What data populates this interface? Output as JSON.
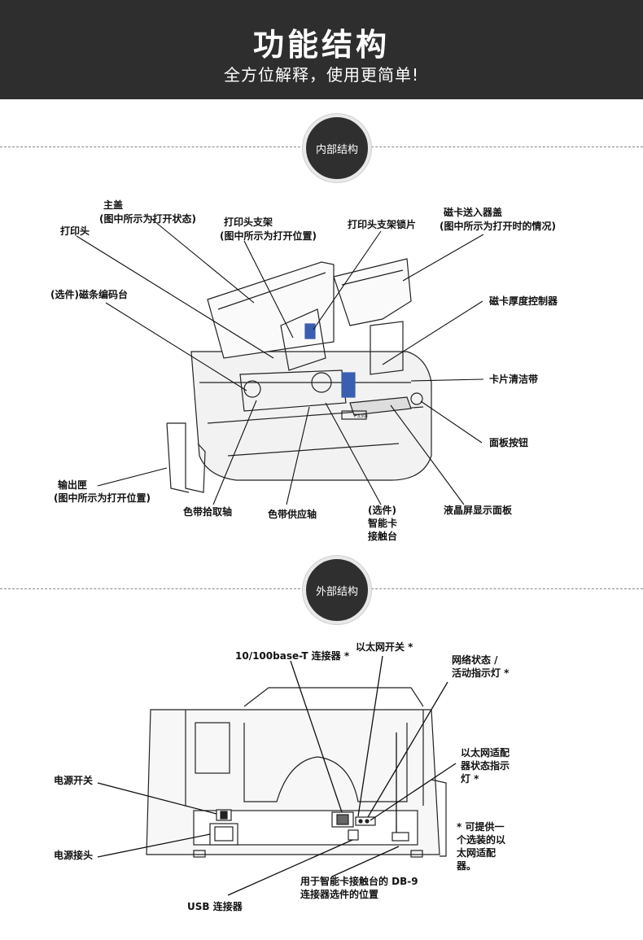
{
  "header": {
    "title": "功能结构",
    "subtitle": "全方位解释，使用更简单!"
  },
  "internal": {
    "badge": "内部结构",
    "labels": {
      "main_cover": "主盖",
      "main_cover_note": "(图中所示为打开状态)",
      "printhead": "打印头",
      "printhead_carriage": "打印头支架",
      "printhead_carriage_note": "(图中所示为打开位置)",
      "printhead_lock": "打印头支架锁片",
      "card_feeder_cover": "磁卡送入器盖",
      "card_feeder_cover_note": "(图中所示为打开时的情况)",
      "mag_encoder": "(选件)磁条编码台",
      "card_thickness": "磁卡厚度控制器",
      "card_cleaning": "卡片清洁带",
      "panel_button": "面板按钮",
      "output_hopper": "输出匣",
      "output_hopper_note": "(图中所示为打开位置)",
      "ribbon_take_up": "色带拾取轴",
      "ribbon_supply": "色带供应轴",
      "smart_card_1": "(选件)",
      "smart_card_2": "智能卡",
      "smart_card_3": "接触台",
      "lcd_panel": "液晶屏显示面板",
      "model_plate": "P330i"
    }
  },
  "external": {
    "badge": "外部结构",
    "labels": {
      "ethernet_connector": "10/100base-T 连接器 *",
      "ethernet_switch": "以太网开关 *",
      "network_status_1": "网络状态 /",
      "network_status_2": "活动指示灯 *",
      "adapter_status_1": "以太网适配",
      "adapter_status_2": "器状态指示",
      "adapter_status_3": "灯 *",
      "power_switch": "电源开关",
      "power_connector": "电源接头",
      "optional_note_1": "* 可提供一",
      "optional_note_2": "个选装的以",
      "optional_note_3": "太网适配",
      "optional_note_4": "器。",
      "db9_1": "用于智能卡接触台的 DB-9",
      "db9_2": "连接器选件的位置",
      "usb": "USB 连接器"
    }
  },
  "colors": {
    "header_bg": "#2e2e2e",
    "badge_bg": "#2f2f2f",
    "accent_blue": "#3a5fb0"
  }
}
